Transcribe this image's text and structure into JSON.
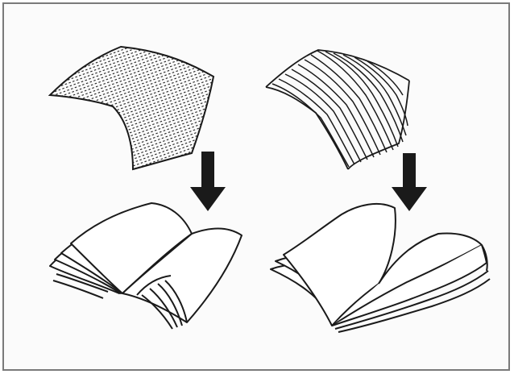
{
  "figure": {
    "description_visible_text": "",
    "colors": {
      "stroke": "#1a1a1a",
      "fill": "#ffffff",
      "frame": "#7a7a7a",
      "background": "#fbfbfb"
    },
    "panels": [
      {
        "id": "left",
        "sheet_grain": "dotted",
        "arrow": "down-arrow-icon",
        "result": "book-fanned-curled"
      },
      {
        "id": "right",
        "sheet_grain": "parallel-lines",
        "arrow": "down-arrow-icon",
        "result": "book-open-flat"
      }
    ]
  }
}
